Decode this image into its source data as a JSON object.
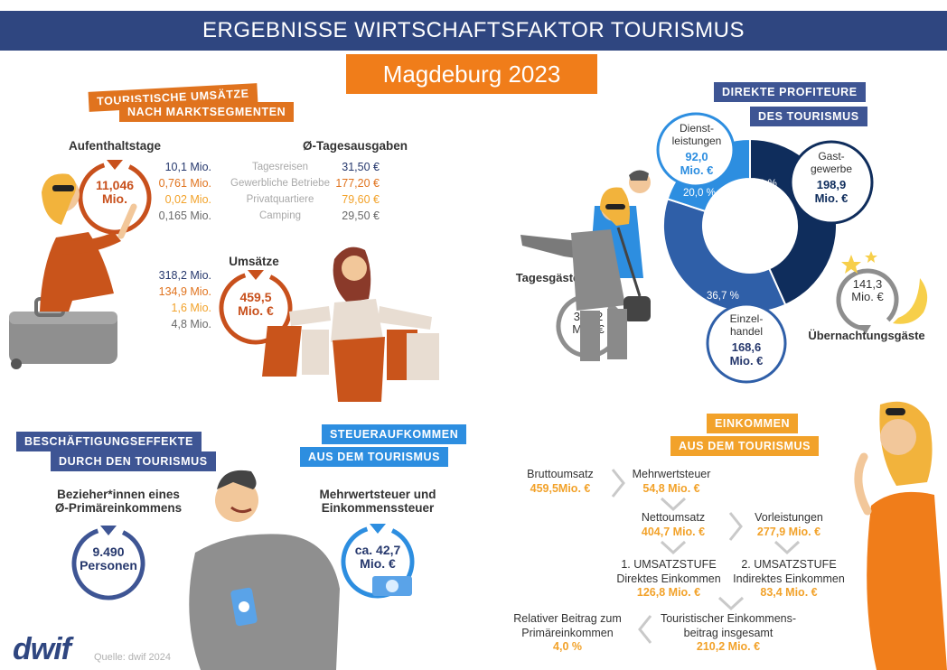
{
  "header": {
    "title": "ERGEBNISSE WIRTSCHAFTSFAKTOR TOURISMUS",
    "city": "Magdeburg 2023"
  },
  "umsaetze": {
    "tag_line1": "TOURISTISCHE UMSÄTZE",
    "tag_line2": "NACH MARKTSEGMENTEN",
    "stays_heading": "Aufenthaltstage",
    "stays_ring_value": "11,046",
    "stays_ring_unit": "Mio.",
    "stays_values": [
      "10,1 Mio.",
      "0,761 Mio.",
      "0,02 Mio.",
      "0,165 Mio."
    ],
    "spend_heading": "Ø-Tagesausgaben",
    "segments": [
      "Tagesreisen",
      "Gewerbliche Betriebe",
      "Privatquartiere",
      "Camping"
    ],
    "spend_values": [
      "31,50 €",
      "177,20 €",
      "79,60 €",
      "29,50 €"
    ],
    "revenue_heading": "Umsätze",
    "revenue_values": [
      "318,2 Mio.",
      "134,9 Mio.",
      "1,6 Mio.",
      "4,8 Mio."
    ],
    "revenue_ring_value": "459,5",
    "revenue_ring_unit": "Mio. €"
  },
  "profiteure": {
    "tag_line1": "DIREKTE PROFITEURE",
    "tag_line2": "DES TOURISMUS",
    "segments": [
      {
        "label_line1": "Gast-",
        "label_line2": "gewerbe",
        "value": "198,9",
        "unit": "Mio. €",
        "percent": "43,3 %",
        "share": 0.433
      },
      {
        "label_line1": "Einzel-",
        "label_line2": "handel",
        "value": "168,6",
        "unit": "Mio. €",
        "percent": "36,7 %",
        "share": 0.367
      },
      {
        "label_line1": "Dienst-",
        "label_line2": "leistungen",
        "value": "92,0",
        "unit": "Mio. €",
        "percent": "20,0 %",
        "share": 0.2
      }
    ],
    "daytrip_label": "Tagesgäste",
    "daytrip_value": "318,2",
    "daytrip_unit": "Mio. €",
    "overnight_label": "Übernachtungsgäste",
    "overnight_value": "141,3",
    "overnight_unit": "Mio. €",
    "colors": {
      "gast": "#0f2d5c",
      "einzel": "#2f5fa8",
      "dienst": "#2d8ee0"
    }
  },
  "beschaeftigung": {
    "tag_line1": "BESCHÄFTIGUNGSEFFEKTE",
    "tag_line2": "DURCH DEN TOURISMUS",
    "heading_line1": "Bezieher*innen eines",
    "heading_line2": "Ø-Primäreinkommens",
    "ring_value": "9.490",
    "ring_unit": "Personen"
  },
  "steuer": {
    "tag_line1": "STEUERAUFKOMMEN",
    "tag_line2": "AUS DEM TOURISMUS",
    "heading_line1": "Mehrwertsteuer und",
    "heading_line2": "Einkommenssteuer",
    "ring_value": "ca. 42,7",
    "ring_unit": "Mio. €"
  },
  "einkommen": {
    "tag_line1": "EINKOMMEN",
    "tag_line2": "AUS DEM TOURISMUS",
    "brutto_label": "Bruttoumsatz",
    "brutto_value": "459,5Mio. €",
    "mwst_label": "Mehrwertsteuer",
    "mwst_value": "54,8 Mio. €",
    "netto_label": "Nettoumsatz",
    "netto_value": "404,7 Mio. €",
    "vorleistungen_label": "Vorleistungen",
    "vorleistungen_value": "277,9 Mio. €",
    "stufe1_line1": "1. UMSATZSTUFE",
    "stufe1_line2": "Direktes Einkommen",
    "stufe1_value": "126,8 Mio. €",
    "stufe2_line1": "2. UMSATZSTUFE",
    "stufe2_line2": "Indirektes Einkommen",
    "stufe2_value": "83,4 Mio. €",
    "total_line1": "Touristischer Einkommens-",
    "total_line2": "beitrag insgesamt",
    "total_value": "210,2 Mio. €",
    "relativ_line1": "Relativer Beitrag zum",
    "relativ_line2": "Primäreinkommen",
    "relativ_value": "4,0 %"
  },
  "footer": {
    "logo": "dwif",
    "source": "Quelle: dwif 2024"
  }
}
